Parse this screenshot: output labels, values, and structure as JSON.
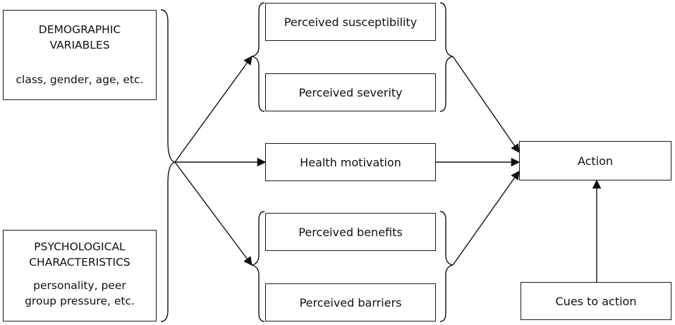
{
  "left": {
    "demographic": {
      "title_line1": "DEMOGRAPHIC",
      "title_line2": "VARIABLES",
      "detail": "class, gender, age, etc."
    },
    "psychological": {
      "title_line1": "PSYCHOLOGICAL",
      "title_line2": "CHARACTERISTICS",
      "detail_line1": "personality, peer",
      "detail_line2": "group pressure, etc."
    }
  },
  "middle": {
    "susceptibility": "Perceived susceptibility",
    "severity": "Perceived severity",
    "motivation": "Health motivation",
    "benefits": "Perceived benefits",
    "barriers": "Perceived barriers"
  },
  "right": {
    "action": "Action",
    "cues": "Cues to action"
  }
}
